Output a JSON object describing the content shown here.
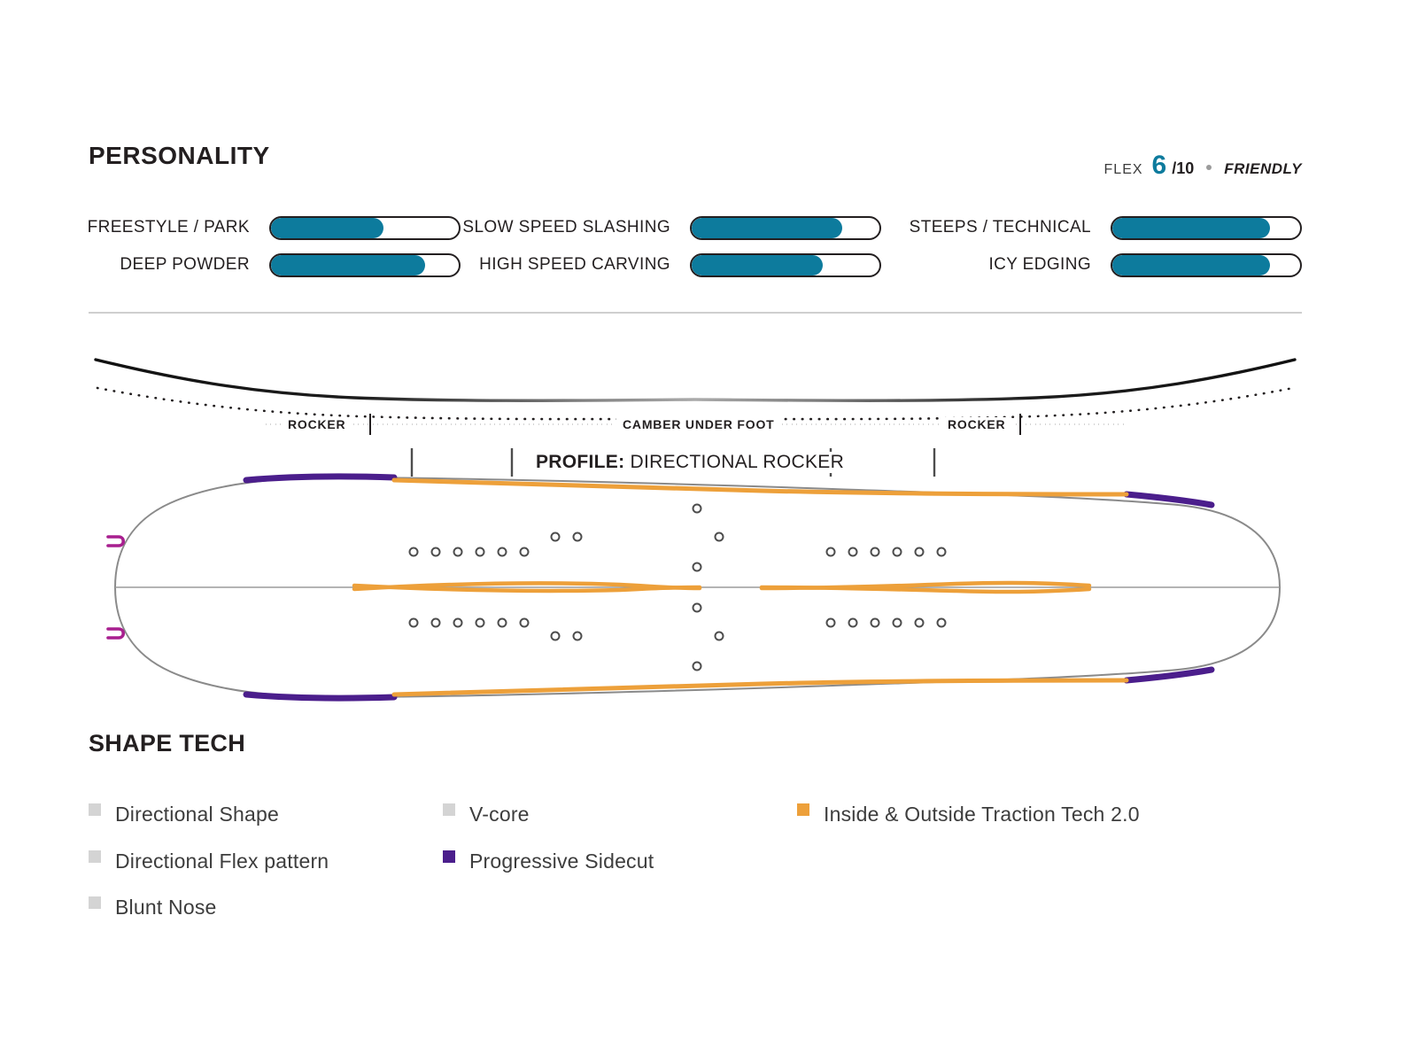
{
  "personality": {
    "title": "PERSONALITY",
    "flex": {
      "label": "FLEX",
      "score": "6",
      "denominator": "/10",
      "descriptor": "FRIENDLY"
    },
    "columns": [
      {
        "rows": [
          {
            "label": "FREESTYLE / PARK",
            "value": 6,
            "max": 10,
            "percent": 60
          },
          {
            "label": "DEEP POWDER",
            "value": 8,
            "max": 10,
            "percent": 82
          }
        ]
      },
      {
        "rows": [
          {
            "label": "SLOW SPEED SLASHING",
            "value": 8,
            "max": 10,
            "percent": 80
          },
          {
            "label": "HIGH SPEED CARVING",
            "value": 7,
            "max": 10,
            "percent": 70
          }
        ]
      },
      {
        "rows": [
          {
            "label": "STEEPS / TECHNICAL",
            "value": 8,
            "max": 10,
            "percent": 84
          },
          {
            "label": "ICY EDGING",
            "value": 8,
            "max": 10,
            "percent": 84
          }
        ]
      }
    ]
  },
  "profile": {
    "zones": [
      {
        "name": "rocker-left",
        "label": "ROCKER"
      },
      {
        "name": "camber",
        "label": "CAMBER UNDER FOOT"
      },
      {
        "name": "rocker-right",
        "label": "ROCKER"
      }
    ],
    "caption_key": "PROFILE:",
    "caption_value": "DIRECTIONAL ROCKER"
  },
  "shape_tech": {
    "title": "SHAPE TECH",
    "columns": [
      {
        "items": [
          {
            "label": "Directional Shape",
            "color": "#d4d4d4"
          },
          {
            "label": "Directional Flex pattern",
            "color": "#d4d4d4"
          },
          {
            "label": "Blunt Nose",
            "color": "#d4d4d4"
          }
        ]
      },
      {
        "items": [
          {
            "label": "V-core",
            "color": "#d4d4d4"
          },
          {
            "label": "Progressive Sidecut",
            "color": "#4b1e8c"
          }
        ]
      },
      {
        "items": [
          {
            "label": "Inside & Outside Traction Tech 2.0",
            "color": "#eda03a"
          }
        ]
      }
    ]
  },
  "colors": {
    "accent_teal": "#0d7b9d",
    "traction_orange": "#eda03a",
    "sidecut_purple": "#4b1e8c",
    "nose_hook_magenta": "#a81f8f",
    "board_outline": "#8a8a8a",
    "ink": "#231f20",
    "divider": "#cfcfcf"
  }
}
